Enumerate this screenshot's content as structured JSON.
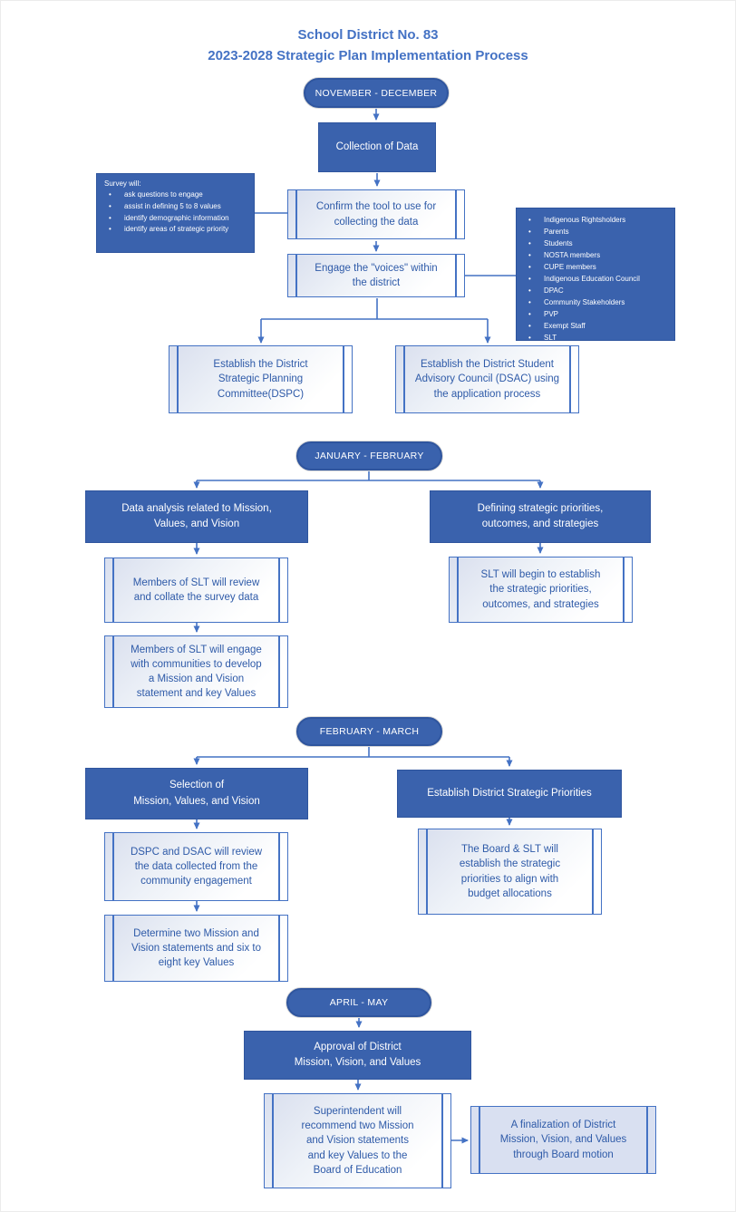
{
  "title": {
    "line1": "School District No. 83",
    "line2": "2023-2028 Strategic Plan Implementation Process"
  },
  "colors": {
    "accent_blue": "#3A62AD",
    "line_blue": "#4472C4",
    "text_blue": "#2E5AA8",
    "light_fill": "#D9E0F1",
    "title_blue": "#4472C4"
  },
  "pills": {
    "nov_dec": "NOVEMBER - DECEMBER",
    "jan_feb": "JANUARY - FEBRUARY",
    "feb_mar": "FEBRUARY - MARCH",
    "apr_may": "APRIL - MAY"
  },
  "nodes": {
    "collection": "Collection of Data",
    "confirm_tool": "Confirm the tool to use for\ncollecting the data",
    "engage_voices": "Engage the \"voices\" within\nthe district",
    "establish_dspc": "Establish the District\nStrategic Planning\nCommittee(DSPC)",
    "establish_dsac": "Establish the District Student\nAdvisory Council (DSAC) using\nthe application process",
    "data_analysis": "Data analysis related to Mission,\nValues, and Vision",
    "defining_priorities": "Defining strategic priorities,\noutcomes, and strategies",
    "slt_review": "Members of SLT will review\nand collate the survey data",
    "slt_engage": "Members of SLT will engage\nwith communities to develop\na Mission and Vision\nstatement and key Values",
    "slt_begin": "SLT will begin to establish\nthe strategic priorities,\noutcomes, and strategies",
    "selection": "Selection of\nMission, Values, and Vision",
    "establish_district_priorities": "Establish District Strategic Priorities",
    "dspc_dsac_review": "DSPC and DSAC will review\nthe data collected from the\ncommunity engagement",
    "determine": "Determine two Mission and\nVision statements and six to\neight key Values",
    "board_slt": "The Board & SLT will\nestablish the strategic\npriorities to align with\nbudget allocations",
    "approval": "Approval of District\nMission, Vision, and Values",
    "superintendent": "Superintendent will\nrecommend two Mission\nand Vision statements\nand key Values to the\nBoard of Education",
    "finalization": "A finalization of District\nMission, Vision, and Values\nthrough Board motion"
  },
  "survey_note": {
    "heading": "Survey will:",
    "items": [
      "ask questions to engage",
      "assist in defining 5 to 8 values",
      "identify demographic information",
      "identify areas of strategic priority"
    ]
  },
  "voices_note": {
    "items": [
      "Indigenous Rightsholders",
      "Parents",
      "Students",
      "NOSTA members",
      "CUPE members",
      "Indigenous Education Council",
      "DPAC",
      "Community Stakeholders",
      "PVP",
      "Exempt Staff",
      "SLT"
    ]
  }
}
